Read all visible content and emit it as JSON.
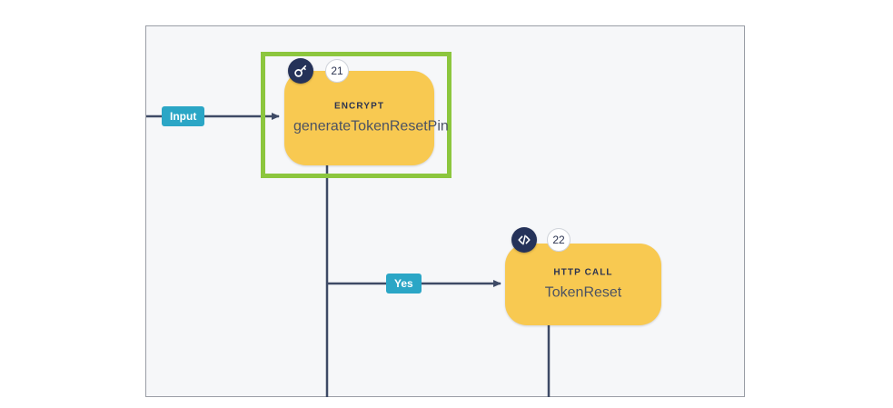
{
  "canvas": {
    "background_color": "#f6f7f9",
    "border_color": "#9a9ea6"
  },
  "theme": {
    "node_fill": "#f8c951",
    "badge_dark": "#253259",
    "selection_green": "#8cc63e",
    "chip_teal": "#2ba6c6",
    "edge_line": "#3e4a66",
    "title_text": "#4b5263",
    "kind_text": "#2b3350"
  },
  "nodes": [
    {
      "id": "node-21",
      "number": "21",
      "kind": "ENCRYPT",
      "title": "generateTokenResetPin",
      "icon": "key-icon",
      "selected": true
    },
    {
      "id": "node-22",
      "number": "22",
      "kind": "HTTP CALL",
      "title": "TokenReset",
      "icon": "code-icon",
      "selected": false
    }
  ],
  "edge_labels": [
    {
      "id": "edge-label-input",
      "text": "Input"
    },
    {
      "id": "edge-label-yes",
      "text": "Yes"
    }
  ]
}
